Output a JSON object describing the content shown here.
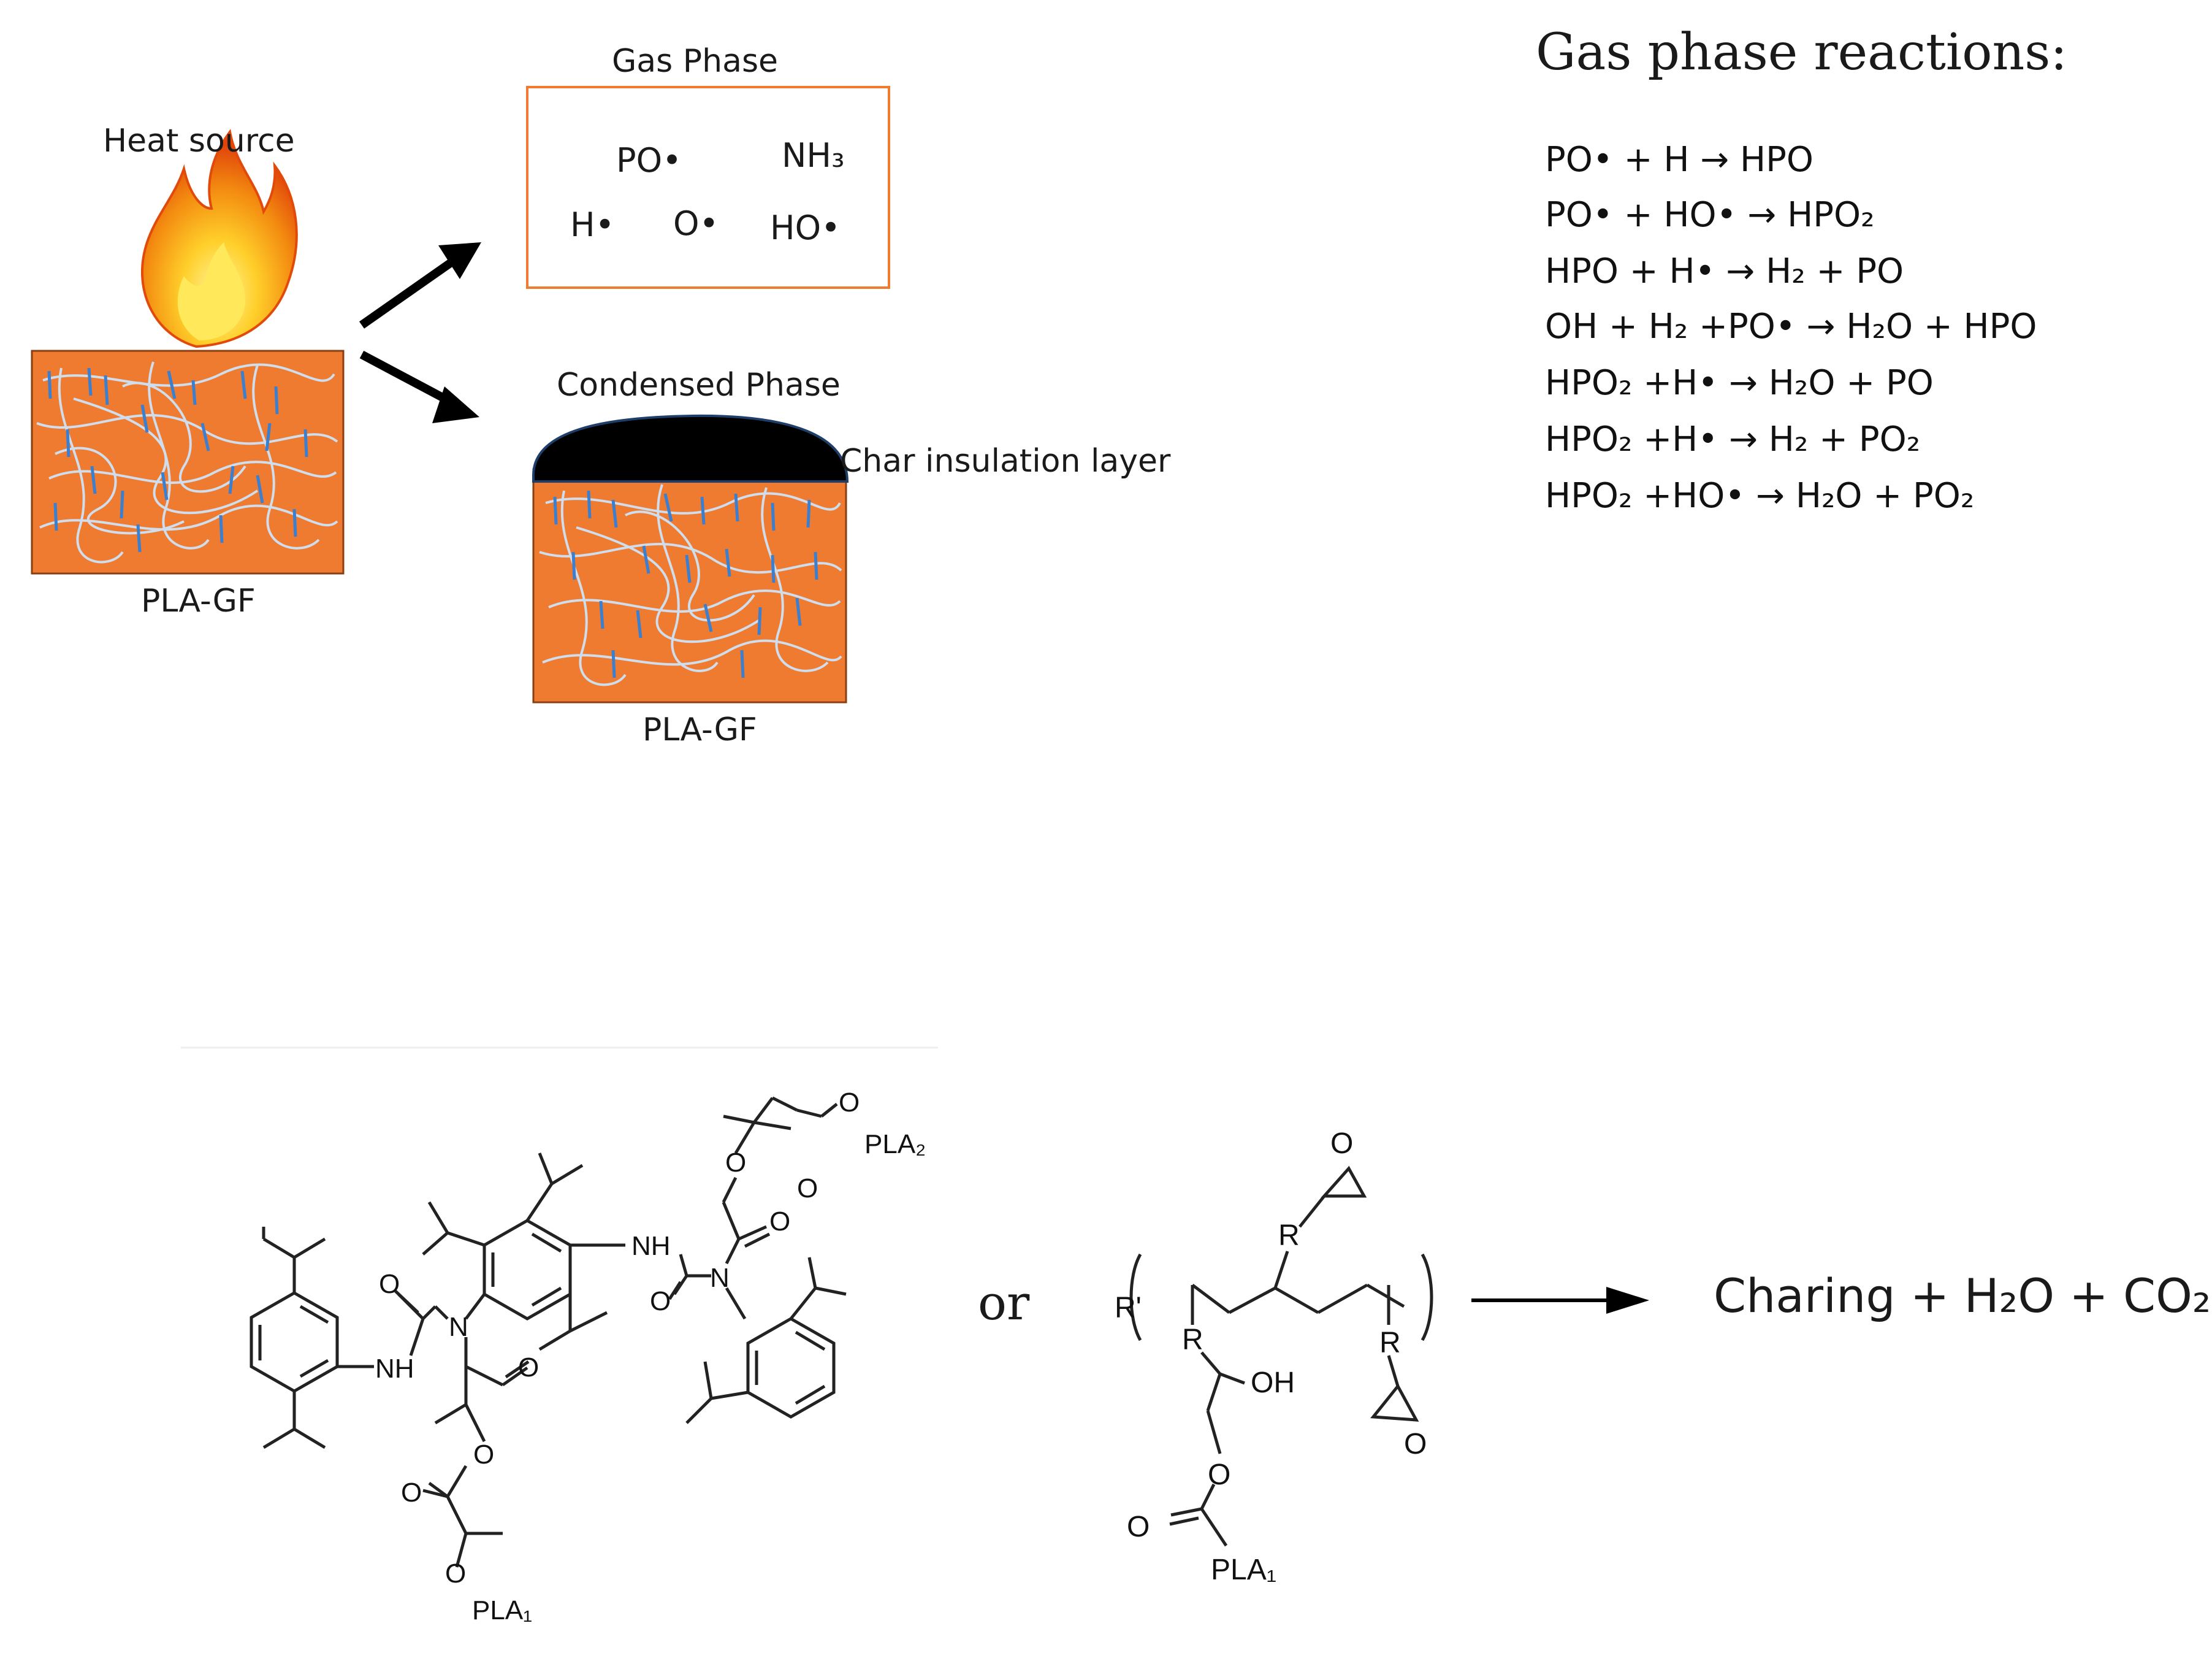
{
  "heat_source": "Heat source",
  "gas_phase": {
    "title": "Gas Phase",
    "species": [
      "PO•",
      "NH₃",
      "H•",
      "O•",
      "HO•"
    ]
  },
  "condensed_phase": {
    "title": "Condensed Phase",
    "char_label": "Char insulation layer"
  },
  "sample_label_left": "PLA-GF",
  "sample_label_right": "PLA-GF",
  "reactions": {
    "title": "Gas phase reactions:",
    "items": [
      "PO• + H → HPO",
      "PO• + HO• → HPO₂",
      "HPO + H• → H₂ + PO",
      "OH + H₂ +PO• → H₂O + HPO",
      "HPO₂ +H• → H₂O + PO",
      "HPO₂ +H• → H₂ + PO₂",
      "HPO₂ +HO• → H₂O + PO₂"
    ]
  },
  "chem": {
    "NH": "NH",
    "O": "O",
    "N": "N",
    "PLA1": "PLA₁",
    "PLA2": "PLA₂",
    "OH": "OH",
    "R": "R",
    "R_prime": "R'"
  },
  "or_text": "or",
  "product": "Charing + H₂O + CO₂",
  "colors": {
    "sample_orange": "#ee7b30",
    "fiber_blue": "#3a7fd0",
    "polymer_chain": "#c8d8e8",
    "char_black": "#000000",
    "gas_box_border": "#ee7b30"
  }
}
